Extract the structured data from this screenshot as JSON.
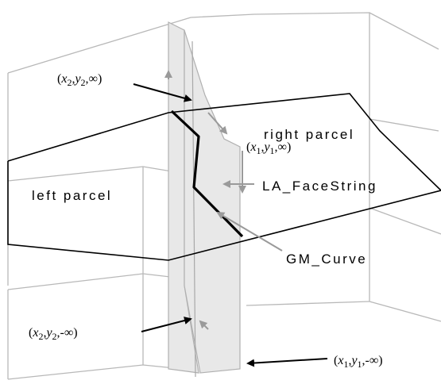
{
  "labels": {
    "right_parcel": "right parcel",
    "left_parcel": "left parcel",
    "face_string": "LA_FaceString",
    "curve": "GM_Curve"
  },
  "coords": {
    "top_left": {
      "x": "x",
      "xsub": "2",
      "y": "y",
      "ysub": "2",
      "z": "∞"
    },
    "top_right": {
      "x": "x",
      "xsub": "1",
      "y": "y",
      "ysub": "1",
      "z": "∞"
    },
    "bottom_left": {
      "x": "x",
      "xsub": "2",
      "y": "y",
      "ysub": "2",
      "z": "-∞"
    },
    "bottom_right": {
      "x": "x",
      "xsub": "1",
      "y": "y",
      "ysub": "1",
      "z": "-∞"
    }
  },
  "colors": {
    "line_gray": "#b8b8b8",
    "surface_fill": "#e8e8e8",
    "arrow_gray": "#9a9a9a",
    "line_black": "#000000"
  }
}
